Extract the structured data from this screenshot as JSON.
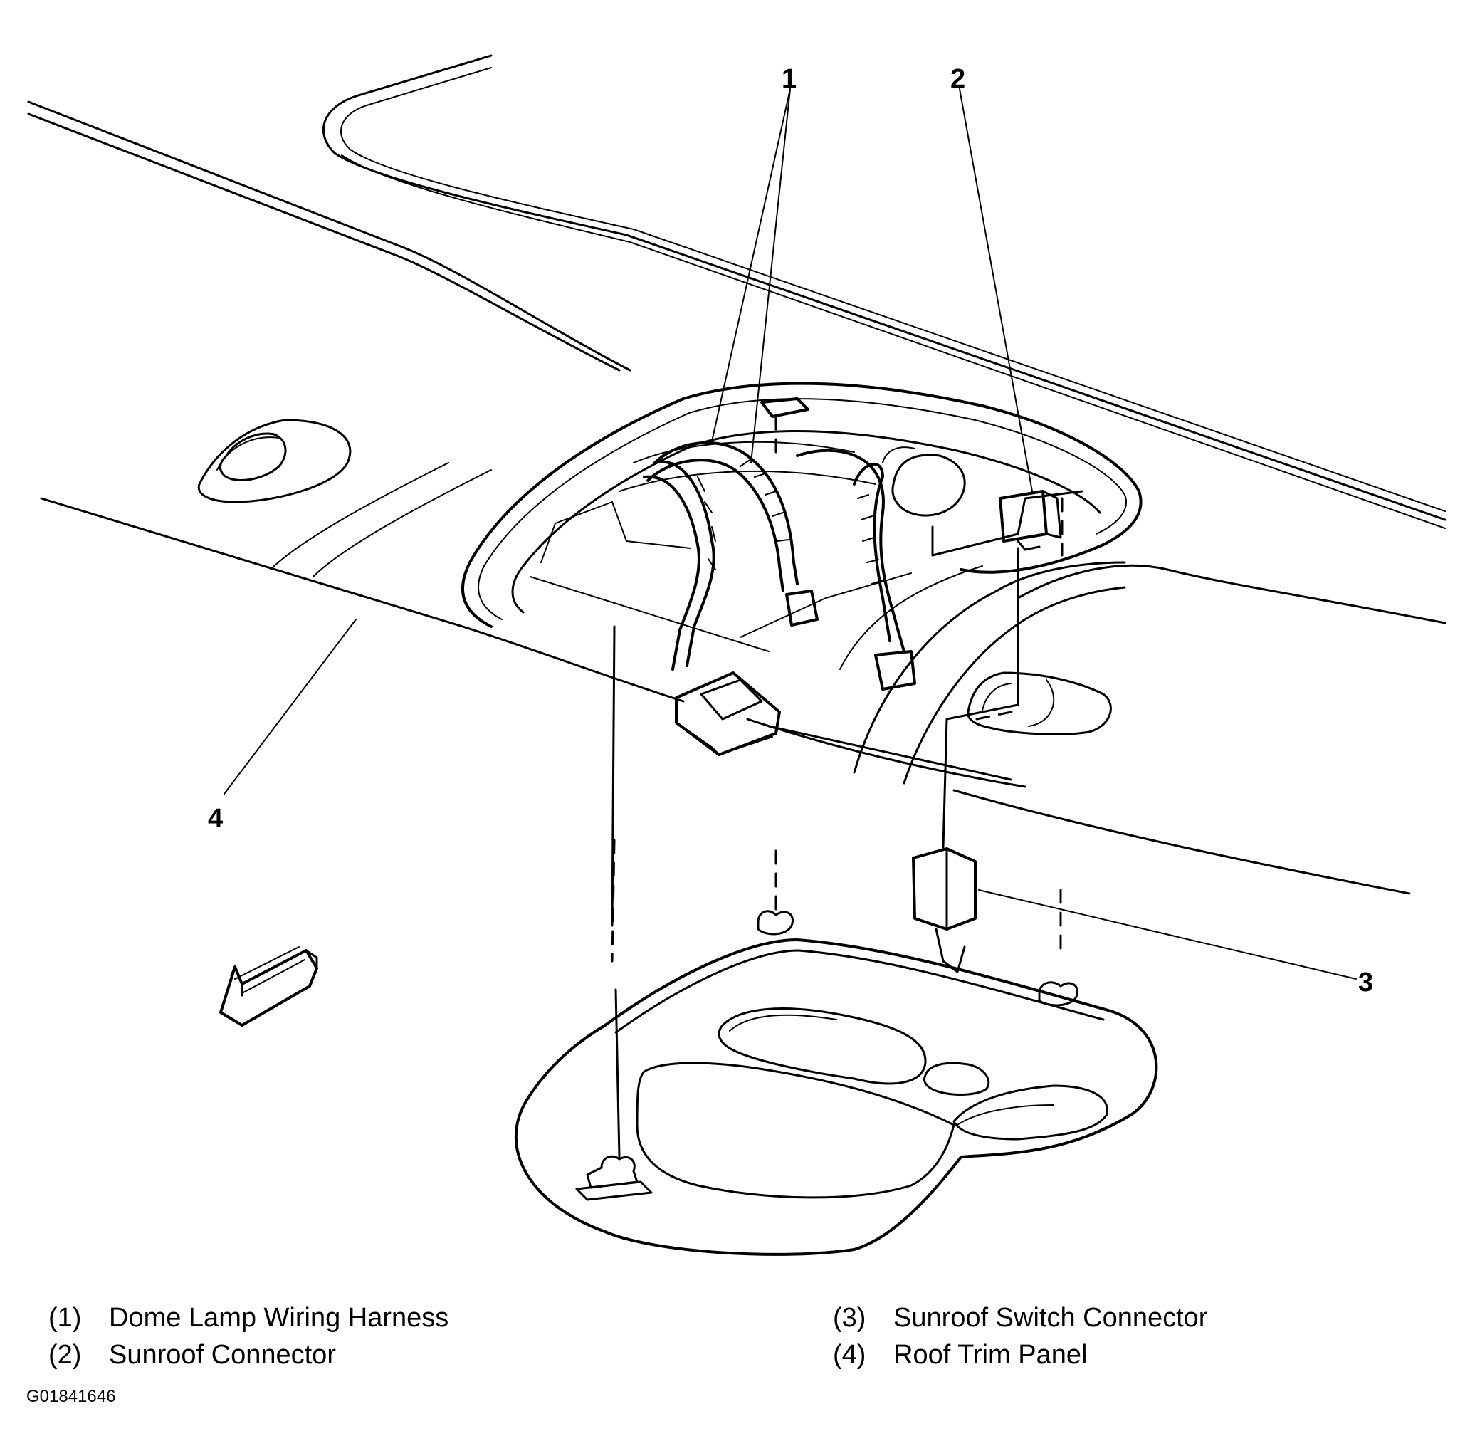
{
  "callouts": [
    {
      "id": "callout-1",
      "label": "1"
    },
    {
      "id": "callout-2",
      "label": "2"
    },
    {
      "id": "callout-3",
      "label": "3"
    },
    {
      "id": "callout-4",
      "label": "4"
    }
  ],
  "legend": [
    {
      "num": "(1)",
      "text": "Dome Lamp Wiring Harness"
    },
    {
      "num": "(2)",
      "text": "Sunroof Connector"
    },
    {
      "num": "(3)",
      "text": "Sunroof Switch Connector"
    },
    {
      "num": "(4)",
      "text": "Roof Trim Panel"
    }
  ],
  "figure_id": "G01841646"
}
